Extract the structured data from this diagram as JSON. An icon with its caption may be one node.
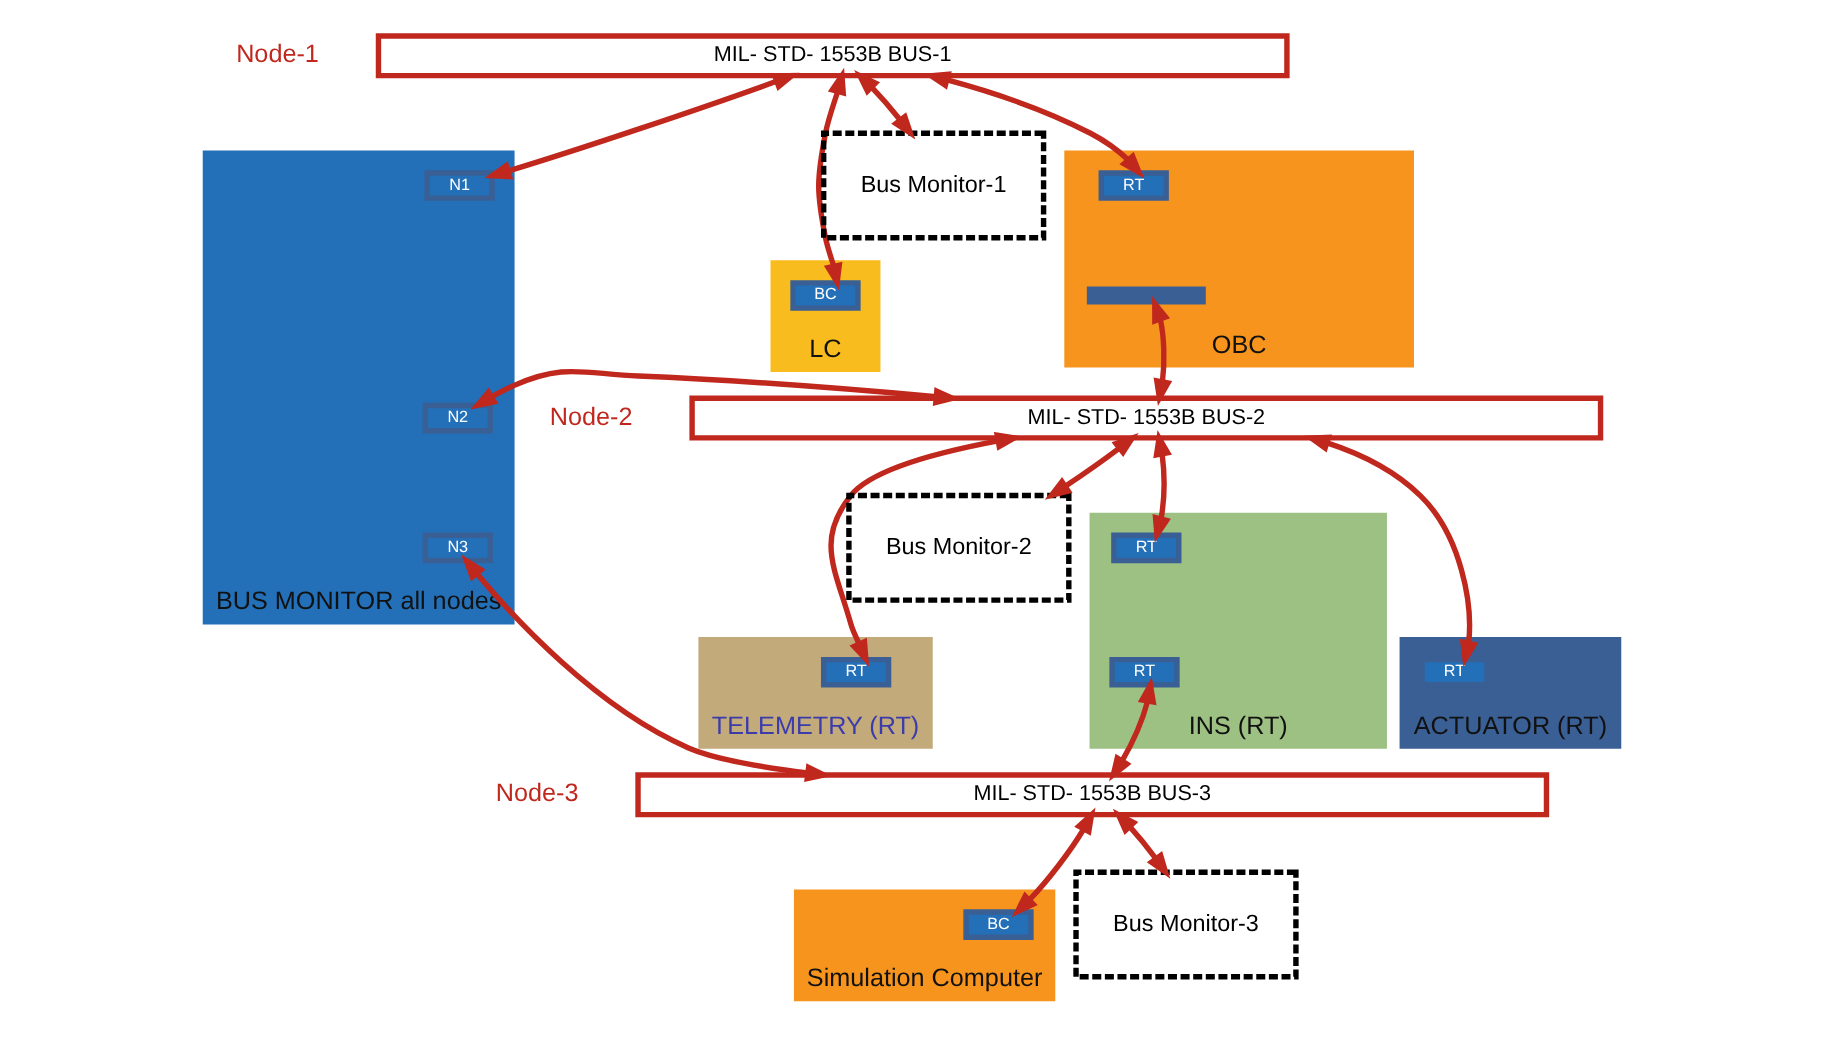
{
  "diagram": {
    "nodes": [
      {
        "text": [
          "MIL- STD- 1553B BUS-1"
        ],
        "beside": [
          "Node-1"
        ]
      },
      {
        "text": [
          "OBC"
        ]
      },
      {
        "text": [
          "RT"
        ],
        "in": 1
      },
      {
        "text": [],
        "shape": "bar",
        "in": 1
      },
      {
        "text": [
          "LC"
        ]
      },
      {
        "text": [
          "BC"
        ],
        "in": 4
      },
      {
        "text": [
          "Bus Monitor-1"
        ]
      },
      {
        "text": [
          "MIL- STD- 1553B BUS-2"
        ],
        "beside": [
          "Node-2"
        ]
      },
      {
        "text": [
          "INS (RT)"
        ]
      },
      {
        "text": [
          "RT"
        ],
        "in": 8
      },
      {
        "text": [
          "RT"
        ],
        "in": 8
      },
      {
        "text": [
          "ACTUATOR (RT)"
        ]
      },
      {
        "text": [
          "RT"
        ],
        "in": 11
      },
      {
        "text": [
          "TELEMETRY (RT)"
        ]
      },
      {
        "text": [
          "RT"
        ],
        "in": 13
      },
      {
        "text": [
          "Bus Monitor-2"
        ]
      },
      {
        "text": [
          "MIL- STD- 1553B BUS-3"
        ],
        "beside": [
          "Node-3"
        ]
      },
      {
        "text": [
          "Simulation Computer"
        ]
      },
      {
        "text": [
          "BC"
        ],
        "in": 17
      },
      {
        "text": [
          "Bus Monitor-3"
        ]
      },
      {
        "text": [
          "BUS MONITOR all nodes"
        ]
      },
      {
        "text": [
          "N1"
        ],
        "in": 20
      },
      {
        "text": [
          "N2"
        ],
        "in": 20
      },
      {
        "text": [
          "N3"
        ],
        "in": 20
      }
    ],
    "edges": [
      {
        "from": 0,
        "to": 2,
        "arrow": "both"
      },
      {
        "from": 0,
        "to": 5,
        "arrow": "both"
      },
      {
        "from": 0,
        "to": 6,
        "arrow": "both"
      },
      {
        "from": 3,
        "to": 7,
        "arrow": "both"
      },
      {
        "from": 7,
        "to": 9,
        "arrow": "both"
      },
      {
        "from": 7,
        "to": 12,
        "arrow": "both"
      },
      {
        "from": 7,
        "to": 14,
        "arrow": "both"
      },
      {
        "from": 7,
        "to": 15,
        "arrow": "both"
      },
      {
        "from": 10,
        "to": 16,
        "arrow": "both"
      },
      {
        "from": 16,
        "to": 18,
        "arrow": "both"
      },
      {
        "from": 16,
        "to": 19,
        "arrow": "both"
      },
      {
        "from": 0,
        "to": 21,
        "arrow": "both"
      },
      {
        "from": 7,
        "to": 22,
        "arrow": "both"
      },
      {
        "from": 16,
        "to": 23,
        "arrow": "both"
      }
    ]
  }
}
